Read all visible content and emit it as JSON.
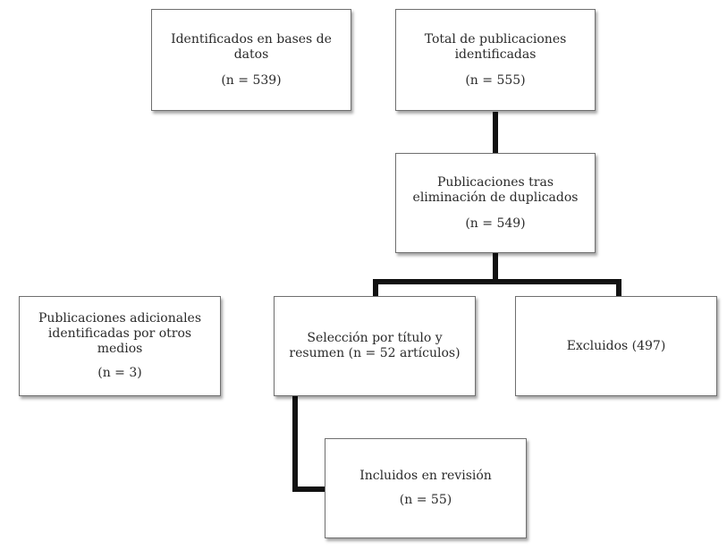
{
  "boxes": {
    "identified_db": {
      "label": "Identificados en bases de datos",
      "count": "(n = 539)"
    },
    "total_identified": {
      "label": "Total de publicaciones identificadas",
      "count": "(n = 555)"
    },
    "after_duplicates": {
      "label": "Publicaciones tras eliminación de duplicados",
      "count": "(n = 549)"
    },
    "additional": {
      "label": "Publicaciones adicionales identificadas por otros medios",
      "count": "(n = 3)"
    },
    "screening": {
      "label": "Selección por título y resumen (n = 52 artículos)"
    },
    "excluded": {
      "label": "Excluidos (497)"
    },
    "included": {
      "label": "Incluidos en revisión",
      "count": "(n = 55)"
    }
  }
}
